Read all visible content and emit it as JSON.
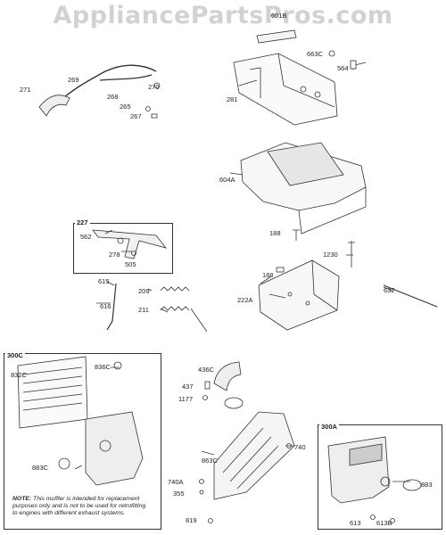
{
  "watermark": "AppliancePartsPros.com",
  "groups": {
    "g227": "227",
    "g300c": "300C",
    "g300a": "300A"
  },
  "labels": {
    "p601b": "601B",
    "p663c": "663C",
    "p564": "564",
    "p269": "269",
    "p271": "271",
    "p268": "268",
    "p270": "270",
    "p265": "265",
    "p267": "267",
    "p281": "281",
    "p604a": "604A",
    "p562": "562",
    "p278": "278",
    "p505": "505",
    "p188a": "188",
    "p1230": "1230",
    "p188b": "188",
    "p615": "615",
    "p209": "209",
    "p632": "632",
    "p222a": "222A",
    "p616": "616",
    "p211": "211",
    "p836c": "836C",
    "p832c": "832C",
    "p436c": "436C",
    "p437": "437",
    "p1177": "1177",
    "p883c": "883C",
    "p863c": "863C",
    "p740": "740",
    "p740a": "740A",
    "p355": "355",
    "p819": "819",
    "p883": "883",
    "p613": "613",
    "p613b": "613B"
  },
  "note": {
    "prefix": "NOTE:",
    "text": " This muffler is intended for replacement purposes only and is not to be used for retrofitting to engines with different exhaust systems."
  }
}
